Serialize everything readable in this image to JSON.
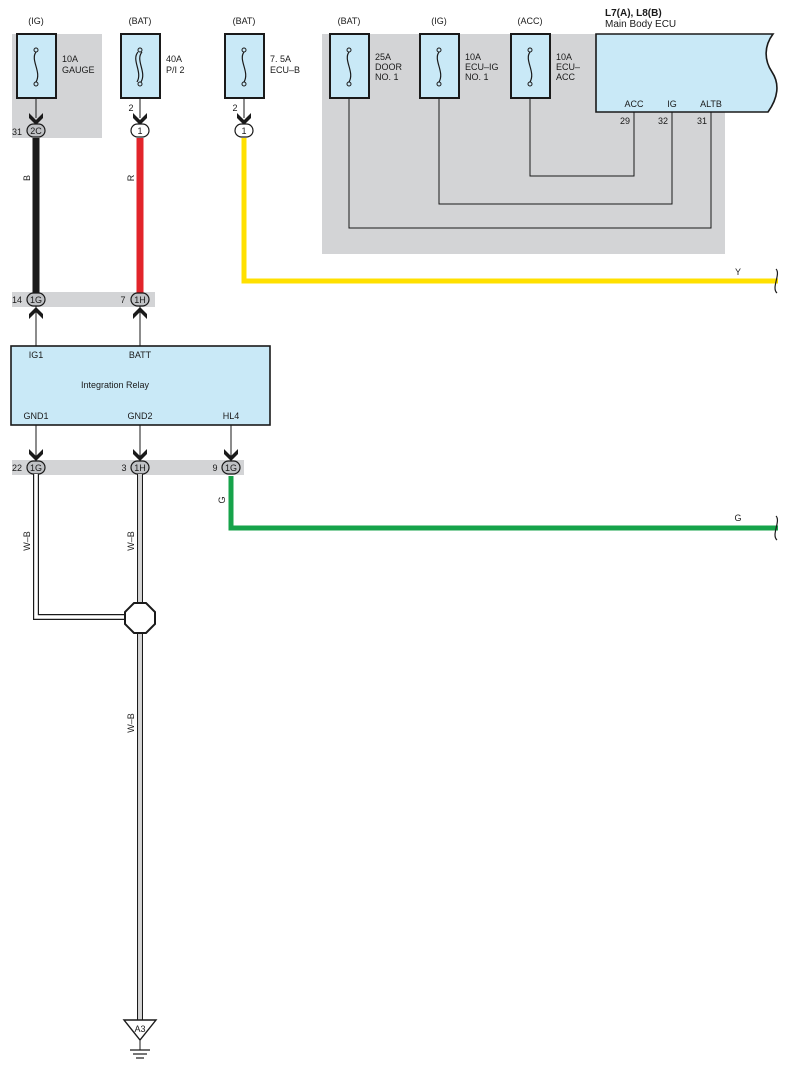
{
  "fuses": [
    {
      "id": "gauge",
      "source": "(IG)",
      "rating": "10A",
      "name": "GAUGE"
    },
    {
      "id": "pi2",
      "source": "(BAT)",
      "rating": "40A",
      "name": "P/I 2"
    },
    {
      "id": "ecub",
      "source": "(BAT)",
      "rating": "7. 5A",
      "name": "ECU–B"
    },
    {
      "id": "door",
      "source": "(BAT)",
      "rating": "25A",
      "name": "DOOR",
      "name2": "NO. 1"
    },
    {
      "id": "ecuig",
      "source": "(IG)",
      "rating": "10A",
      "name": "ECU–IG",
      "name2": "NO. 1"
    },
    {
      "id": "ecuacc",
      "source": "(ACC)",
      "rating": "10A",
      "name": "ECU–",
      "name2": "ACC"
    }
  ],
  "ecu": {
    "code": "L7(A), L8(B)",
    "name": "Main Body ECU",
    "pins": [
      {
        "label": "ACC",
        "num": "29"
      },
      {
        "label": "IG",
        "num": "32"
      },
      {
        "label": "ALTB",
        "num": "31"
      }
    ]
  },
  "relay": {
    "name": "Integration Relay",
    "pins": [
      "IG1",
      "BATT",
      "GND1",
      "GND2",
      "HL4"
    ]
  },
  "pin_numbers": {
    "pi2_out": "2",
    "ecub_out": "2"
  },
  "connectors": [
    {
      "id": "c_2c",
      "pin": "31",
      "code": "2C"
    },
    {
      "id": "c_1a",
      "pin": "",
      "code": "1"
    },
    {
      "id": "c_1b",
      "pin": "",
      "code": "1"
    },
    {
      "id": "c_1g_top",
      "pin": "14",
      "code": "1G"
    },
    {
      "id": "c_1h_top",
      "pin": "7",
      "code": "1H"
    },
    {
      "id": "c_1g_b1",
      "pin": "22",
      "code": "1G"
    },
    {
      "id": "c_1h_b",
      "pin": "3",
      "code": "1H"
    },
    {
      "id": "c_1g_b2",
      "pin": "9",
      "code": "1G"
    }
  ],
  "wire_labels": {
    "black": "B",
    "red": "R",
    "yellow": "Y",
    "green_vertical": "G",
    "green_end": "G",
    "wb_left": "W–B",
    "wb_mid": "W–B",
    "wb_low": "W–B"
  },
  "ground": {
    "code": "A3"
  },
  "colors": {
    "shade": "#d3d4d6",
    "box_fill": "#c9e9f7",
    "black_wire": "#1a1a1a",
    "red_wire": "#e2242b",
    "yellow_wire": "#ffe000",
    "green_wire": "#16a34a"
  }
}
